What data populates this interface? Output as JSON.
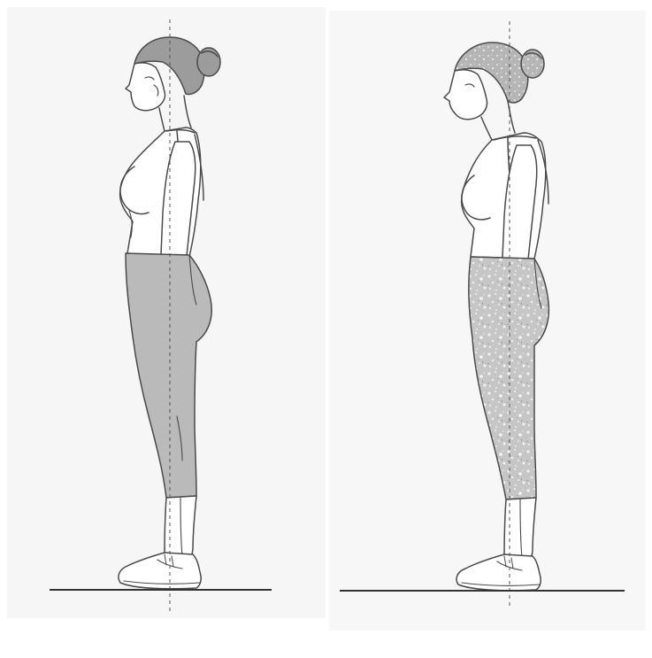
{
  "figures": [
    {
      "id": "left",
      "pose": "standing-side-view",
      "leggings_style": "solid-gray"
    },
    {
      "id": "right",
      "pose": "standing-side-view",
      "leggings_style": "speckled-gray"
    }
  ],
  "colors": {
    "outline": "#4a4a4a",
    "hair": "#9a9a9a",
    "leggings_solid": "#b9b9b9",
    "leggings_speckle_base": "#c4c4c4",
    "leggings_speckle_light": "#eeeeee",
    "plumb_line": "#555555",
    "floor": "#333333",
    "background": "#ffffff",
    "panel": "#f4f4f4"
  }
}
